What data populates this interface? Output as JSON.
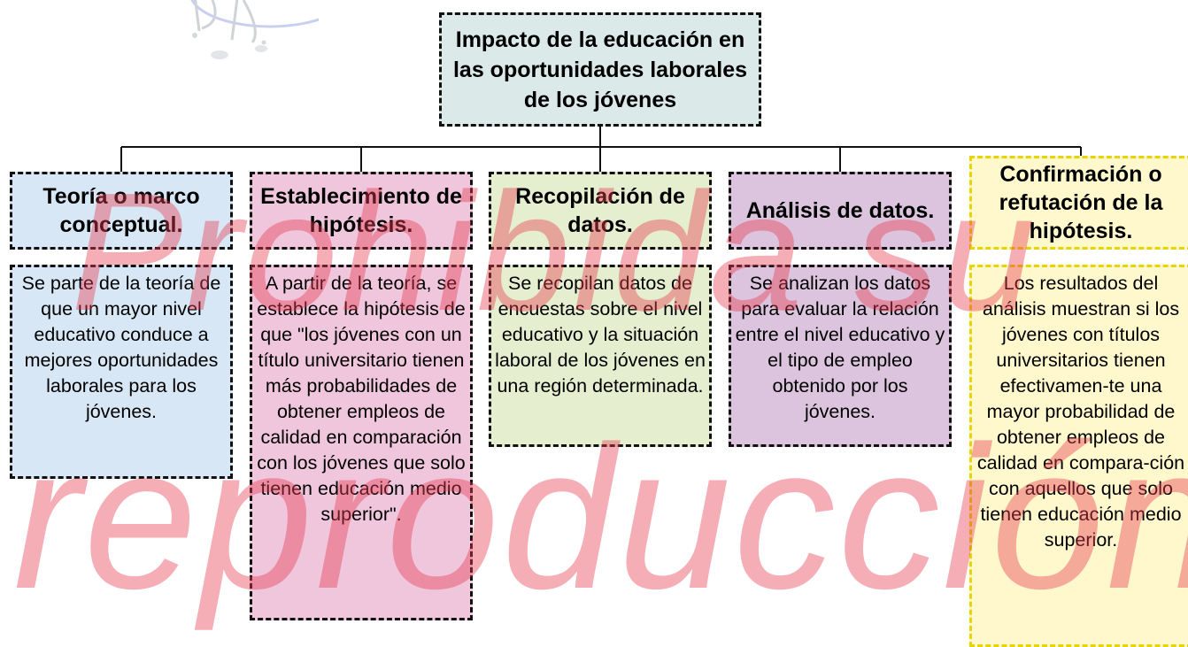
{
  "diagram": {
    "title": "Impacto de la educación en las oportunidades laborales de los jóvenes",
    "steps": [
      {
        "heading": "Teoría o marco conceptual.",
        "text": "Se parte de la teoría de que un mayor nivel educativo conduce a mejores oportunidades laborales para los jóvenes.",
        "color": "#d8e7f5"
      },
      {
        "heading": "Establecimiento de hipótesis.",
        "text": "A partir de la teoría, se establece la hipótesis de que \"los jóvenes con un título universitario tienen más probabilidades de obtener empleos de calidad en comparación con los jóvenes que solo tienen educación medio superior\".",
        "color": "#f0c6dd"
      },
      {
        "heading": "Recopilación de datos.",
        "text": "Se recopilan datos de encuestas sobre el nivel educativo y la situación laboral de los jóvenes en una región determinada.",
        "color": "#e5eecf"
      },
      {
        "heading": "Análisis de datos.",
        "text": "Se analizan los datos para evaluar la relación entre el nivel educativo y el tipo de empleo obtenido por los jóvenes.",
        "color": "#dcc4de"
      },
      {
        "heading": "Confirmación o refutación de la hipótesis.",
        "text": "Los resultados del análisis muestran si los jóvenes con títulos universitarios tienen efectivamen-te una mayor probabilidad de obtener empleos de calidad en compara-ción con aquellos que solo tienen educación medio superior.",
        "color": "#fff8cc"
      }
    ]
  },
  "watermark": {
    "line1": "Prohibida su",
    "line2": "reproducción"
  },
  "icons": {
    "mascot": "mascot-illustration"
  }
}
